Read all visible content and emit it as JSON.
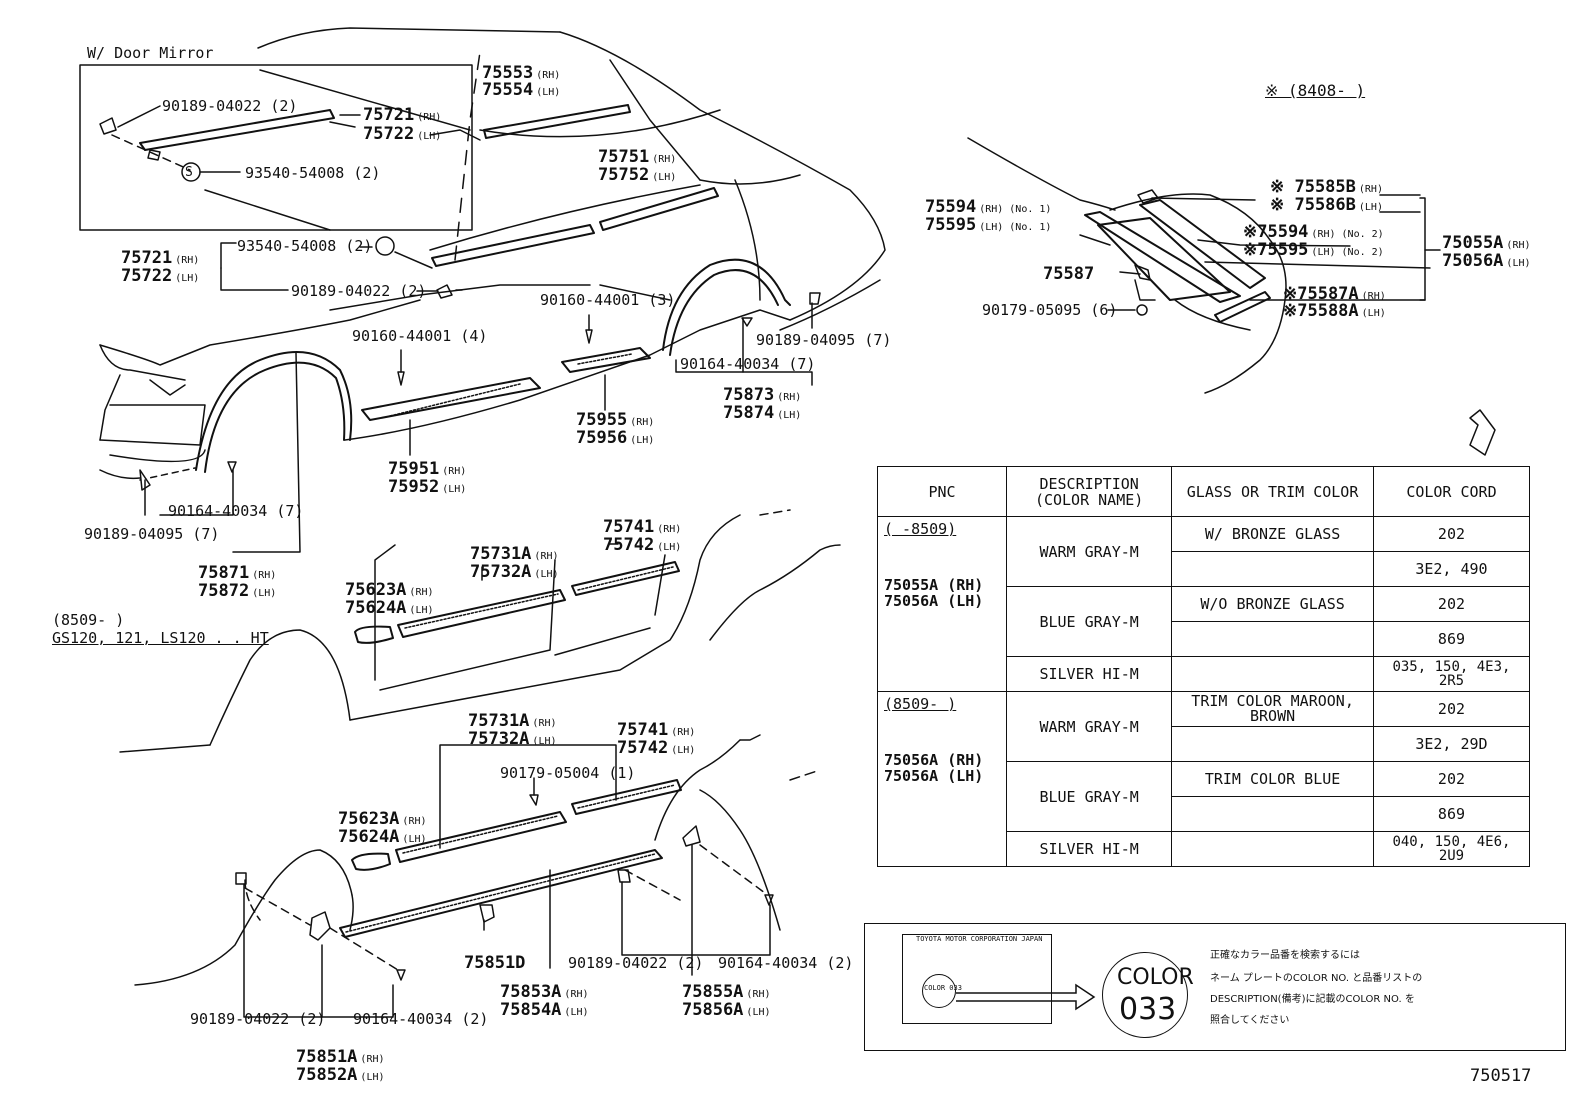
{
  "inset": {
    "title": "W/ Door Mirror",
    "labels": [
      {
        "code": "90189-04022 (2)",
        "side": ""
      },
      {
        "code": "75721",
        "side": "(RH)"
      },
      {
        "code": "75722",
        "side": "(LH)"
      },
      {
        "code": "93540-54008 (2)",
        "side": ""
      }
    ],
    "s_mark": "S"
  },
  "upper": {
    "labels": [
      {
        "code": "75553",
        "side": "(RH)"
      },
      {
        "code": "75554",
        "side": "(LH)"
      },
      {
        "code": "75751",
        "side": "(RH)"
      },
      {
        "code": "75752",
        "side": "(LH)"
      },
      {
        "code": "75721",
        "side": "(RH)"
      },
      {
        "code": "75722",
        "side": "(LH)"
      },
      {
        "code": "93540-54008 (2)",
        "side": ""
      },
      {
        "code": "90189-04022 (2)",
        "side": ""
      },
      {
        "code": "90160-44001 (3)",
        "side": ""
      },
      {
        "code": "90160-44001 (4)",
        "side": ""
      },
      {
        "code": "90189-04095 (7)",
        "side": ""
      },
      {
        "code": "90164-40034 (7)",
        "side": ""
      },
      {
        "code": "75873",
        "side": "(RH)"
      },
      {
        "code": "75874",
        "side": "(LH)"
      },
      {
        "code": "75955",
        "side": "(RH)"
      },
      {
        "code": "75956",
        "side": "(LH)"
      },
      {
        "code": "75951",
        "side": "(RH)"
      },
      {
        "code": "75952",
        "side": "(LH)"
      },
      {
        "code": "90164-40034 (7)",
        "side": ""
      },
      {
        "code": "90189-04095 (7)",
        "side": ""
      },
      {
        "code": "75871",
        "side": "(RH)"
      },
      {
        "code": "75872",
        "side": "(LH)"
      }
    ]
  },
  "middle": {
    "note_range": "(8509-      )",
    "note_models": "GS120, 121, LS120 . . HT",
    "labels": [
      {
        "code": "75741",
        "side": "(RH)"
      },
      {
        "code": "75742",
        "side": "(LH)"
      },
      {
        "code": "75731A",
        "side": "(RH)"
      },
      {
        "code": "75732A",
        "side": "(LH)"
      },
      {
        "code": "75623A",
        "side": "(RH)"
      },
      {
        "code": "75624A",
        "side": "(LH)"
      }
    ]
  },
  "lower": {
    "labels": [
      {
        "code": "75731A",
        "side": "(RH)"
      },
      {
        "code": "75732A",
        "side": "(LH)"
      },
      {
        "code": "75741",
        "side": "(RH)"
      },
      {
        "code": "75742",
        "side": "(LH)"
      },
      {
        "code": "90179-05004 (1)",
        "side": ""
      },
      {
        "code": "75623A",
        "side": "(RH)"
      },
      {
        "code": "75624A",
        "side": "(LH)"
      },
      {
        "code": "75851D",
        "side": ""
      },
      {
        "code": "90189-04022 (2)",
        "side": ""
      },
      {
        "code": "90164-40034 (2)",
        "side": ""
      },
      {
        "code": "75853A",
        "side": "(RH)"
      },
      {
        "code": "75854A",
        "side": "(LH)"
      },
      {
        "code": "75855A",
        "side": "(RH)"
      },
      {
        "code": "75856A",
        "side": "(LH)"
      },
      {
        "code": "90189-04022 (2)",
        "side": ""
      },
      {
        "code": "90164-40034 (2)",
        "side": ""
      },
      {
        "code": "75851A",
        "side": "(RH)"
      },
      {
        "code": "75852A",
        "side": "(LH)"
      }
    ]
  },
  "rear": {
    "range": "※ (8408-      )",
    "labels": [
      {
        "code": "※ 75585B",
        "side": "(RH)"
      },
      {
        "code": "※ 75586B",
        "side": "(LH)"
      },
      {
        "code": "75594",
        "side": "(RH) (No. 1)"
      },
      {
        "code": "75595",
        "side": "(LH) (No. 1)"
      },
      {
        "code": "※75594",
        "side": "(RH) (No. 2)"
      },
      {
        "code": "※75595",
        "side": "(LH) (No. 2)"
      },
      {
        "code": "75055A",
        "side": "(RH)"
      },
      {
        "code": "75056A",
        "side": "(LH)"
      },
      {
        "code": "75587",
        "side": ""
      },
      {
        "code": "※75587A",
        "side": "(RH)"
      },
      {
        "code": "※75588A",
        "side": "(LH)"
      },
      {
        "code": "90179-05095 (6)",
        "side": ""
      }
    ]
  },
  "color_table": {
    "headers": [
      "PNC",
      "DESCRIPTION (COLOR NAME)",
      "GLASS OR TRIM COLOR",
      "COLOR CORD"
    ],
    "groups": [
      {
        "range": "(    -8509)",
        "pnc_rh": "75055A (RH)",
        "pnc_lh": "75056A (LH)",
        "rows": [
          {
            "desc": "WARM GRAY-M",
            "trim": "W/ BRONZE GLASS",
            "codes": [
              "202",
              "3E2, 490"
            ]
          },
          {
            "desc": "BLUE GRAY-M",
            "trim": "W/O BRONZE GLASS",
            "codes": [
              "202",
              "869"
            ]
          },
          {
            "desc": "SILVER HI-M",
            "trim": "",
            "codes": [
              "035, 150, 4E3, 2R5"
            ]
          }
        ]
      },
      {
        "range": "(8509-      )",
        "pnc_rh": "75056A (RH)",
        "pnc_lh": "75056A (LH)",
        "rows": [
          {
            "desc": "WARM GRAY-M",
            "trim": "TRIM COLOR MAROON, BROWN",
            "codes": [
              "202",
              "3E2, 29D"
            ]
          },
          {
            "desc": "BLUE GRAY-M",
            "trim": "TRIM COLOR BLUE",
            "codes": [
              "202",
              "869"
            ]
          },
          {
            "desc": "SILVER HI-M",
            "trim": "",
            "codes": [
              "040, 150, 4E6, 2U9"
            ]
          }
        ]
      }
    ]
  },
  "plate": {
    "maker": "TOYOTA MOTOR CORPORATION JAPAN",
    "small_color": "COLOR 033",
    "color_word": "COLOR",
    "color_no": "033",
    "note_lines": [
      "正確なカラー品番を検索するには",
      "ネーム プレートのCOLOR NO. と品番リストの",
      "DESCRIPTION(備考)に記載のCOLOR NO. を",
      "照合してください"
    ]
  },
  "diagram_no": "750517"
}
